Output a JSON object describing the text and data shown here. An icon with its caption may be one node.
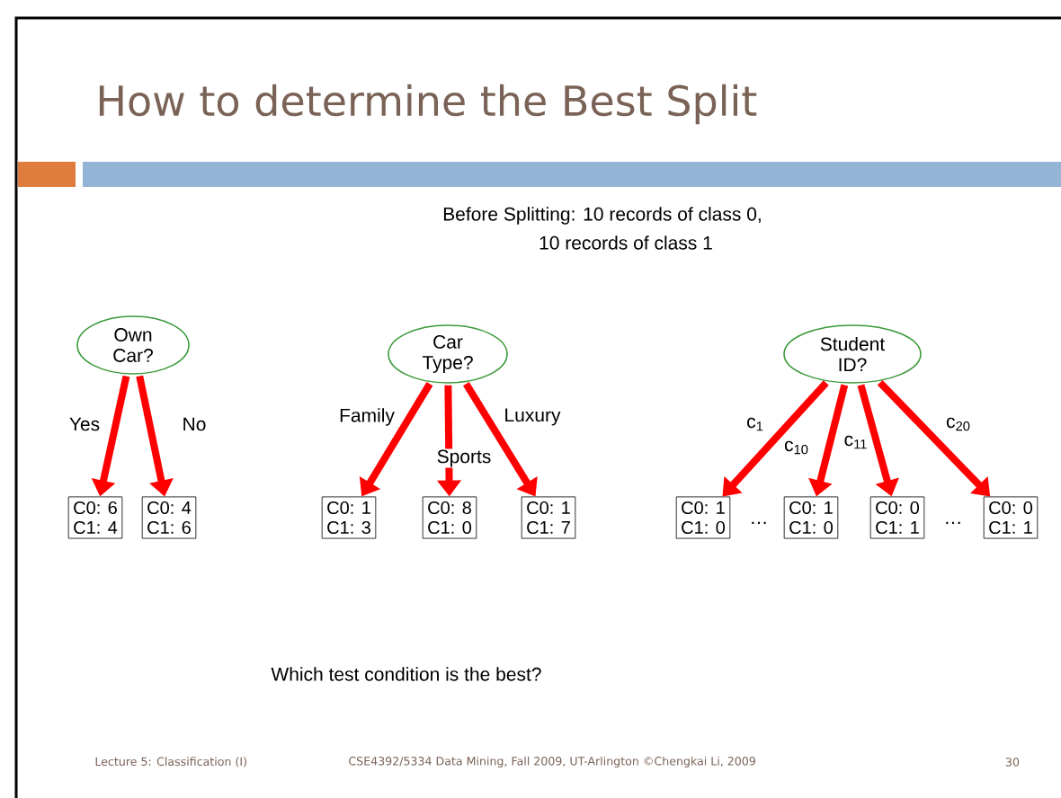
{
  "diagram": {
    "title": "How to determine the Best Split",
    "nodes": [
      {
        "text": [
          "Own Car?"
        ]
      },
      {
        "text": [
          "C0: 6",
          "C1: 4"
        ]
      },
      {
        "text": [
          "C0: 4",
          "C1: 6"
        ]
      },
      {
        "text": [
          "Car Type?"
        ]
      },
      {
        "text": [
          "C0: 1",
          "C1: 3"
        ]
      },
      {
        "text": [
          "C0: 8",
          "C1: 0"
        ]
      },
      {
        "text": [
          "C0: 1",
          "C1: 7"
        ]
      },
      {
        "text": [
          "Student ID?"
        ]
      },
      {
        "text": [
          "C0: 1",
          "C1: 0"
        ]
      },
      {
        "text": [
          "C0: 1",
          "C1: 0"
        ]
      },
      {
        "text": [
          "C0: 0",
          "C1: 1"
        ]
      },
      {
        "text": [
          "C0: 0",
          "C1: 1"
        ]
      }
    ],
    "edges": [
      {
        "from": 0,
        "to": 1,
        "arrow": "to",
        "label": "Yes"
      },
      {
        "from": 0,
        "to": 2,
        "arrow": "to",
        "label": "No"
      },
      {
        "from": 3,
        "to": 4,
        "arrow": "to",
        "label": "Family"
      },
      {
        "from": 3,
        "to": 5,
        "arrow": "to",
        "label": "Sports"
      },
      {
        "from": 3,
        "to": 6,
        "arrow": "to",
        "label": "Luxury"
      },
      {
        "from": 7,
        "to": 8,
        "arrow": "to",
        "label": "c$_{1}$"
      },
      {
        "from": 7,
        "to": 9,
        "arrow": "to",
        "label": "c$_{10}$"
      },
      {
        "from": 7,
        "to": 10,
        "arrow": "to",
        "label": "c$_{11}$"
      },
      {
        "from": 7,
        "to": 11,
        "arrow": "to",
        "label": "c$_{20}$"
      }
    ],
    "labels": [
      "Before Splitting: 10 records of class 0,",
      "10 records of class 1",
      "…",
      "…",
      "Which test condition is the best?",
      "Lecture 5:  Classification (I)",
      "CSE4392/5334 Data Mining, Fall 2009, UT-Arlington ©Chengkai Li, 2009",
      "30"
    ]
  }
}
